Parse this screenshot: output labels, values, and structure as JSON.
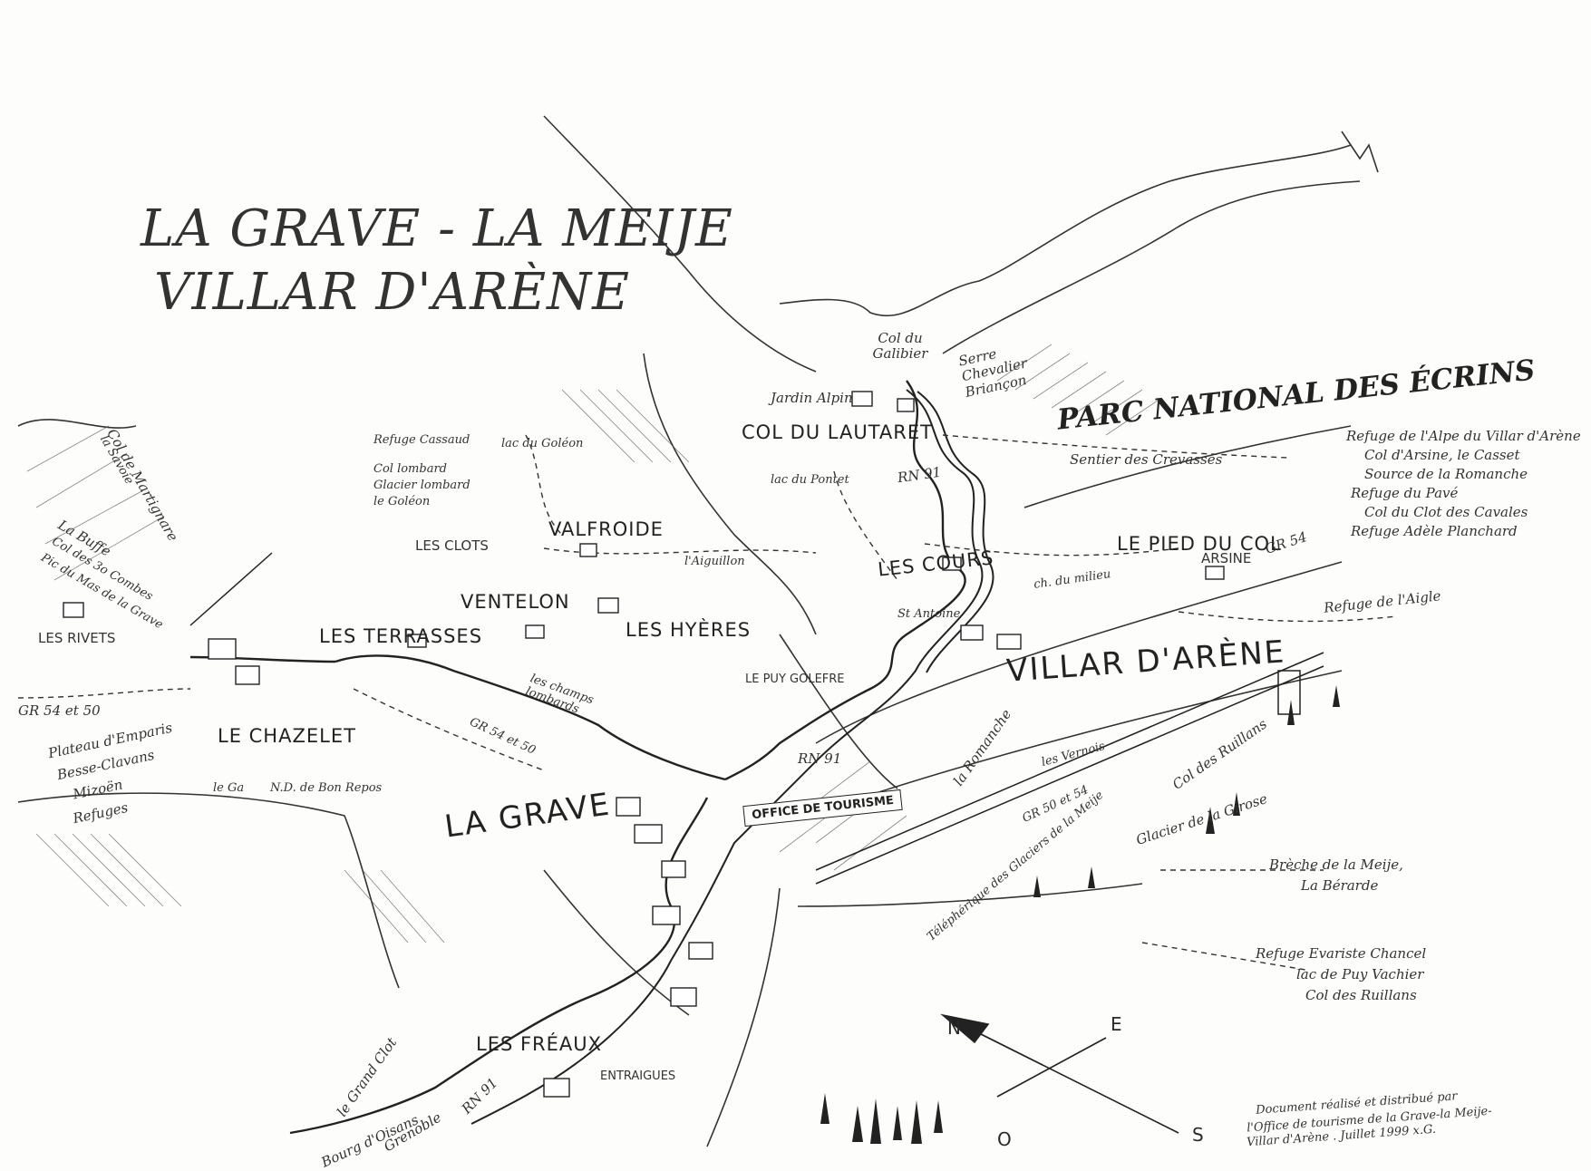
{
  "title": {
    "line1": "LA GRAVE - LA MEIJE",
    "line2": "VILLAR D'ARÈNE"
  },
  "park": "PARC NATIONAL DES ÉCRINS",
  "villages": {
    "la_grave": "LA GRAVE",
    "villar_darene": "VILLAR D'ARÈNE",
    "col_du_lautaret": "COL DU LAUTARET",
    "valfroide": "VALFROIDE",
    "les_cours": "LES COURS",
    "le_pied_du_col": "LE PIED DU COL",
    "arsine": "ARSINE",
    "les_clots": "LES CLOTS",
    "ventelon": "VENTELON",
    "les_terrasses": "LES TERRASSES",
    "les_hyeres": "LES HYÈRES",
    "les_rivets": "LES RIVETS",
    "le_chazelet": "LE CHAZELET",
    "les_freaux": "LES FRÉAUX",
    "entraigues": "ENTRAIGUES",
    "le_puy_golefre": "LE PUY GOLEFRE"
  },
  "office": "OFFICE DE TOURISME",
  "roads": {
    "rn91_a": "RN 91",
    "rn91_b": "RN 91",
    "rn91_c": "RN 91",
    "gr54_a": "GR 54",
    "gr54_50_a": "GR 54 et 50",
    "gr54_50_b": "GR 54 et 50",
    "gr50_54": "GR 50 et 54"
  },
  "places": {
    "col_du_galibier": "Col du Galibier",
    "serre_chevalier": "Serre Chevalier Briançon",
    "jardin_alpin": "Jardin Alpin",
    "refuge_cassaud": "Refuge Cassaud",
    "lac_du_goleon": "lac du Goléon",
    "col_lombard": "Col lombard",
    "glacier_lombard": "Glacier lombard",
    "le_goleon": "le Goléon",
    "lac_du_pontet": "lac du Pontet",
    "sentier_crevasses": "Sentier des Crevasses",
    "aiguillon": "l'Aiguillon",
    "st_antoine": "St Antoine",
    "ch_du_milieu": "ch. du milieu",
    "champs_lombards": "les champs lombards",
    "col_de_martignare": "Col de Martignare",
    "la_savoie": "la Savoie",
    "la_buffe": "La Buffe",
    "col_des_trois_combes": "Col des 3o Combes",
    "pic_du_mas": "Pic du Mas de la Grave",
    "plateau_emparis": "Plateau d'Emparis",
    "besse_clavans": "Besse-Clavans",
    "mizoen": "Mizoën",
    "refuges": "Refuges",
    "le_ga": "le Ga",
    "nd_bon_repos": "N.D. de Bon Repos",
    "la_romanche": "la Romanche",
    "les_vernois": "les Vernois",
    "col_des_ruillans": "Col des Ruillans",
    "glacier_girose": "Glacier de la Girose",
    "telepherique": "Téléphérique des Glaciers de la Meije",
    "le_grand_clot": "le Grand Clot",
    "bourg_doisans": "Bourg d'Oisans",
    "grenoble": "Grenoble"
  },
  "right_panel": {
    "group1": [
      "Refuge de l'Alpe du Villar d'Arène",
      "Col d'Arsine, le Casset",
      "Source de la Romanche",
      "Refuge du Pavé",
      "Col du Clot des Cavales",
      "Refuge Adèle Planchard"
    ],
    "refuge_aigle": "Refuge de l'Aigle",
    "breche": [
      "Brèche de la Meije,",
      "La Bérarde"
    ],
    "chancel": [
      "Refuge Evariste Chancel",
      "lac de Puy Vachier",
      "Col des Ruillans"
    ]
  },
  "compass": {
    "n": "N",
    "e": "E",
    "s": "S",
    "o": "O"
  },
  "credit": [
    "Document réalisé et distribué par",
    "l'Office de tourisme de la Grave-la Meije-",
    "Villar d'Arène . Juillet 1999  x.G."
  ],
  "colors": {
    "ink": "#2a2a2a",
    "paper": "#fdfdfb"
  }
}
